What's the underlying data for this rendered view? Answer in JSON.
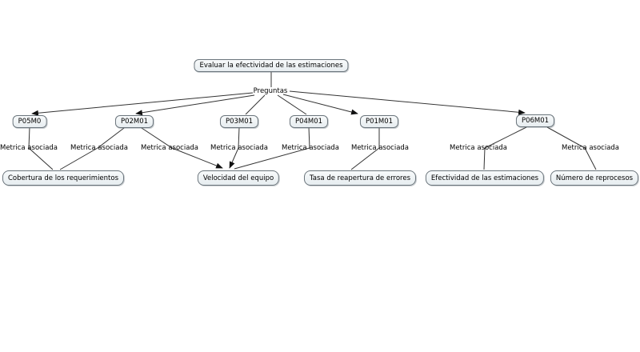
{
  "diagram": {
    "root_question": "Evaluar la efectividad de las estimaciones",
    "linking_phrase": "Preguntas",
    "metric_link_label": "Metrica asociada",
    "questions": [
      "P05M0",
      "P02M01",
      "P03M01",
      "P04M01",
      "P01M01",
      "P06M01"
    ],
    "metrics": [
      "Cobertura de los requerimientos",
      "Velocidad del equipo",
      "Tasa de reapertura de errores",
      "Efectividad de las estimaciones",
      "Número de reprocesos"
    ],
    "colors": {
      "background": "#ffffff",
      "node_fill": "#e7edf0",
      "node_fill_top": "#f8fafb",
      "node_border": "#6b757c",
      "edge_line": "#333333",
      "arrowhead": "#111111",
      "text": "#000000"
    }
  }
}
